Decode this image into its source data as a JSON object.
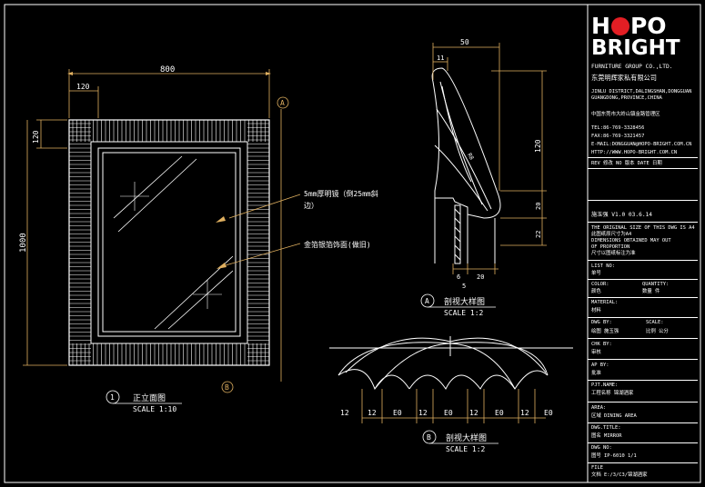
{
  "drawing": {
    "front_view": {
      "dims": {
        "width": "800",
        "border_top": "120",
        "border_side": "120",
        "height": "1000"
      },
      "section_marker": "A",
      "section_marker_b": "B",
      "callouts": [
        {
          "text_line1": "5mm厚明镜（倒25mm斜",
          "text_line2": "边）"
        },
        {
          "text_line1": "金箔银箔饰面(做旧)",
          "text_line2": ""
        }
      ],
      "label_num": "1",
      "label_title": "正立面图",
      "label_scale": "SCALE 1:10"
    },
    "section_a": {
      "dims": {
        "top": "50",
        "top_small": "11",
        "right_upper": "120",
        "right_mid": "20",
        "right_lower": "22",
        "bottom_a": "6",
        "bottom_b": "20",
        "bottom_c": "5",
        "radius": "R8"
      },
      "label_num": "A",
      "label_title": "剖视大样图",
      "label_scale": "SCALE 1:2"
    },
    "section_b": {
      "dims": [
        "12",
        "E0",
        "12",
        "E0",
        "12",
        "E0",
        "12",
        "E0",
        "12"
      ],
      "label_num": "B",
      "label_title": "剖视大样图",
      "label_scale": "SCALE 1:2"
    }
  },
  "title_block": {
    "logo_line1_a": "H",
    "logo_line1_b": "PO",
    "logo_line2": "BRIGHT",
    "company_en": "FURNITURE GROUP CO.,LTD.",
    "company_cn": "东莞明辉家私有限公司",
    "address_lines": [
      "JINLU DISTRICT,DALINGSHAN,DONGGUAN",
      "GUANGDONG,PROVINCE,CHINA",
      "中国东莞市大岭山镇金路管理区"
    ],
    "contact_lines": [
      "TEL:86-769-3328456",
      "FAX:86-769-3321457",
      "E-MAIL:DONGGUAN@HOPO-BRIGHT.COM.CN",
      "HTTP://WWW.HOPO-BRIGHT.COM.CN"
    ],
    "rev_header": "REV 修改   NO 版本   DATE 日期",
    "rev_row": "施玉强    V1.0    03.6.14",
    "note_lines": [
      "THE ORIGINAL SIZE OF THIS DWG IS A4",
      "此图纸原尺寸为A4",
      "DIMENSIONS OBTAINED MAY OUT",
      "OF PROPORTION",
      "尺寸以图纸标注为准"
    ],
    "list_no_label": "LIST NO:",
    "list_no_value": "单号",
    "color_label": "COLOR:",
    "color_value": "颜色",
    "quantity_label": "QUANTITY:",
    "quantity_value": "数量    件",
    "material_label": "MATERIAL:",
    "material_value": "材料",
    "dwg_by_label": "DWG BY:",
    "dwg_by_value": "绘图   施玉强",
    "scale_label": "SCALE:",
    "scale_value": "比例   公分",
    "chkby_label": "CHK BY:",
    "chkby_value": "审核",
    "apby_label": "AP BY:",
    "apby_value": "批准",
    "prj_label": "PJT.NAME:",
    "prj_value": "工程名称         锦湖酒家",
    "area_label": "AREA:",
    "area_value": "区域      DINING AREA",
    "dwgtitle_label": "DWG.TITLE:",
    "dwgtitle_value": "图名      MIRROR",
    "dwgno_label": "DWG NO:",
    "dwgno_value": "图号      IP-6010     1/1",
    "file_label": "FILE",
    "file_value": "文档      E:/3/C3/锦湖酒家"
  },
  "colors": {
    "background": "#000000",
    "lines": "#ffffff",
    "dims": "#e0b060",
    "accent": "#e31e24"
  }
}
